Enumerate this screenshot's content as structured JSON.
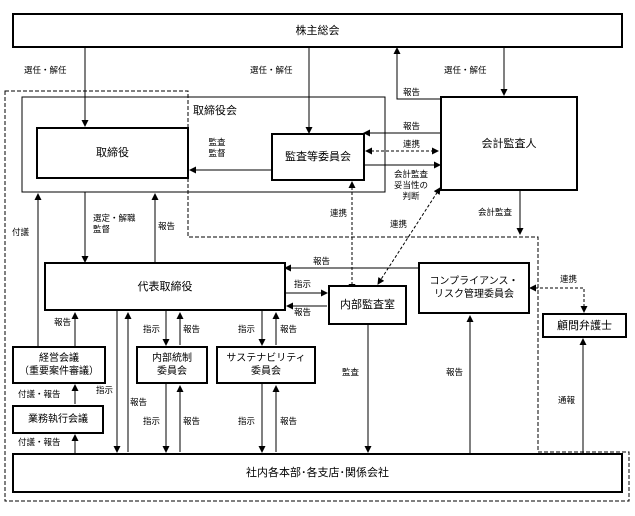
{
  "nodes": {
    "shareholders": "株主総会",
    "board": "取締役会",
    "directors": "取締役",
    "audit_committee": "監査等委員会",
    "external_auditor": "会計監査人",
    "representative": "代表取締役",
    "internal_audit": "内部監査室",
    "compliance": [
      "コンプライアンス・",
      "リスク管理委員会"
    ],
    "advisor": "顧問弁護士",
    "management_meeting": [
      "経営会議",
      "（重要案件審議）"
    ],
    "business_meeting": "業務執行会議",
    "internal_control": [
      "内部統制",
      "委員会"
    ],
    "sustainability": [
      "サステナビリティ",
      "委員会"
    ],
    "company": "社内各本部･各支店･関係会社"
  },
  "labels": {
    "elect1": "選任・解任",
    "elect2": "選任・解任",
    "elect3": "選任・解任",
    "report_sh": "報告",
    "report_ea": "報告",
    "coop_ea": "連携",
    "audit_supervise": [
      "監査",
      "監督"
    ],
    "audit_judge": [
      "会計監査",
      "妥当性の",
      "判断"
    ],
    "coop_ia": "連携",
    "coop_ea2": "連携",
    "accounting_audit": "会計監査",
    "appoint_supervise": [
      "選定・解職",
      "監督"
    ],
    "report_rep": "報告",
    "proposal": "付議",
    "report_comp": "報告",
    "instruct_ia": "指示",
    "report_ia": "報告",
    "coop_adv": "連携",
    "report_mm": "報告",
    "instruct_ic": "指示",
    "report_ic": "報告",
    "instruct_sc": "指示",
    "report_sc": "報告",
    "proposal_report1": "付議・報告",
    "instruct_left": "指示",
    "report_left": "報告",
    "instruct_ic2": "指示",
    "report_ic2": "報告",
    "instruct_sc2": "指示",
    "report_sc2": "報告",
    "audit": "監査",
    "report_company": "報告",
    "notify": "通報",
    "proposal_report2": "付議・報告"
  }
}
